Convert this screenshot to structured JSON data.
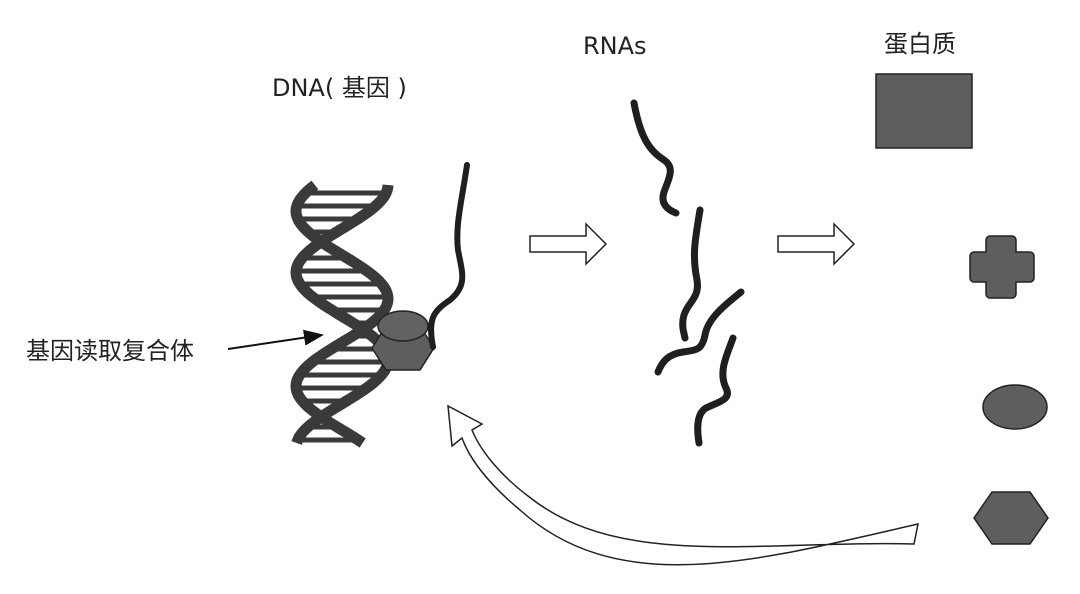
{
  "labels": {
    "dna": "DNA( 基因 )",
    "rnas": "RNAs",
    "protein": "蛋白质",
    "complex": "基因读取复合体"
  },
  "colors": {
    "dark": "#3a3a3a",
    "strand": "#1f1f1f",
    "shape_fill": "#5e5e5e",
    "outline": "#222222"
  }
}
